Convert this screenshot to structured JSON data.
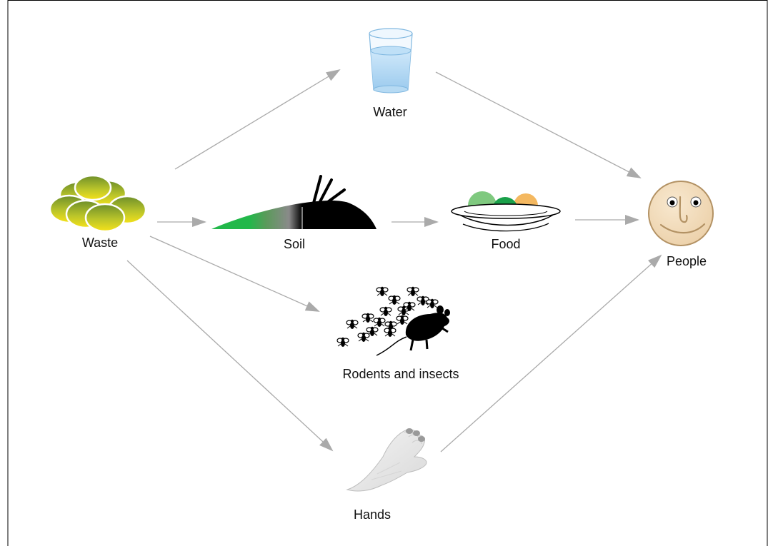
{
  "diagram": {
    "nodes": {
      "waste": {
        "label": "Waste",
        "icon": "waste-pile-icon"
      },
      "water": {
        "label": "Water",
        "icon": "water-glass-icon"
      },
      "soil": {
        "label": "Soil",
        "icon": "soil-mound-icon"
      },
      "food": {
        "label": "Food",
        "icon": "food-bowl-icon"
      },
      "people": {
        "label": "People",
        "icon": "face-icon"
      },
      "rodents": {
        "label": "Rodents and insects",
        "icon": "rodents-insects-icon"
      },
      "hands": {
        "label": "Hands",
        "icon": "hand-icon"
      }
    },
    "edges": [
      {
        "from": "waste",
        "to": "water"
      },
      {
        "from": "waste",
        "to": "soil"
      },
      {
        "from": "waste",
        "to": "rodents"
      },
      {
        "from": "waste",
        "to": "hands"
      },
      {
        "from": "water",
        "to": "people"
      },
      {
        "from": "soil",
        "to": "food"
      },
      {
        "from": "food",
        "to": "people"
      },
      {
        "from": "hands",
        "to": "people"
      }
    ],
    "colors": {
      "arrow": "#aaaaaa",
      "border": "#000000",
      "waste_top": "#6e8f2a",
      "waste_bottom": "#f5e21a",
      "soil_green": "#22b84a",
      "food_light_green": "#7fc97f",
      "food_green": "#1aa04a",
      "food_orange": "#f4b860",
      "face_fill": "#f2dcbc",
      "face_stroke": "#b39264",
      "water": "#a9d3f2"
    }
  }
}
